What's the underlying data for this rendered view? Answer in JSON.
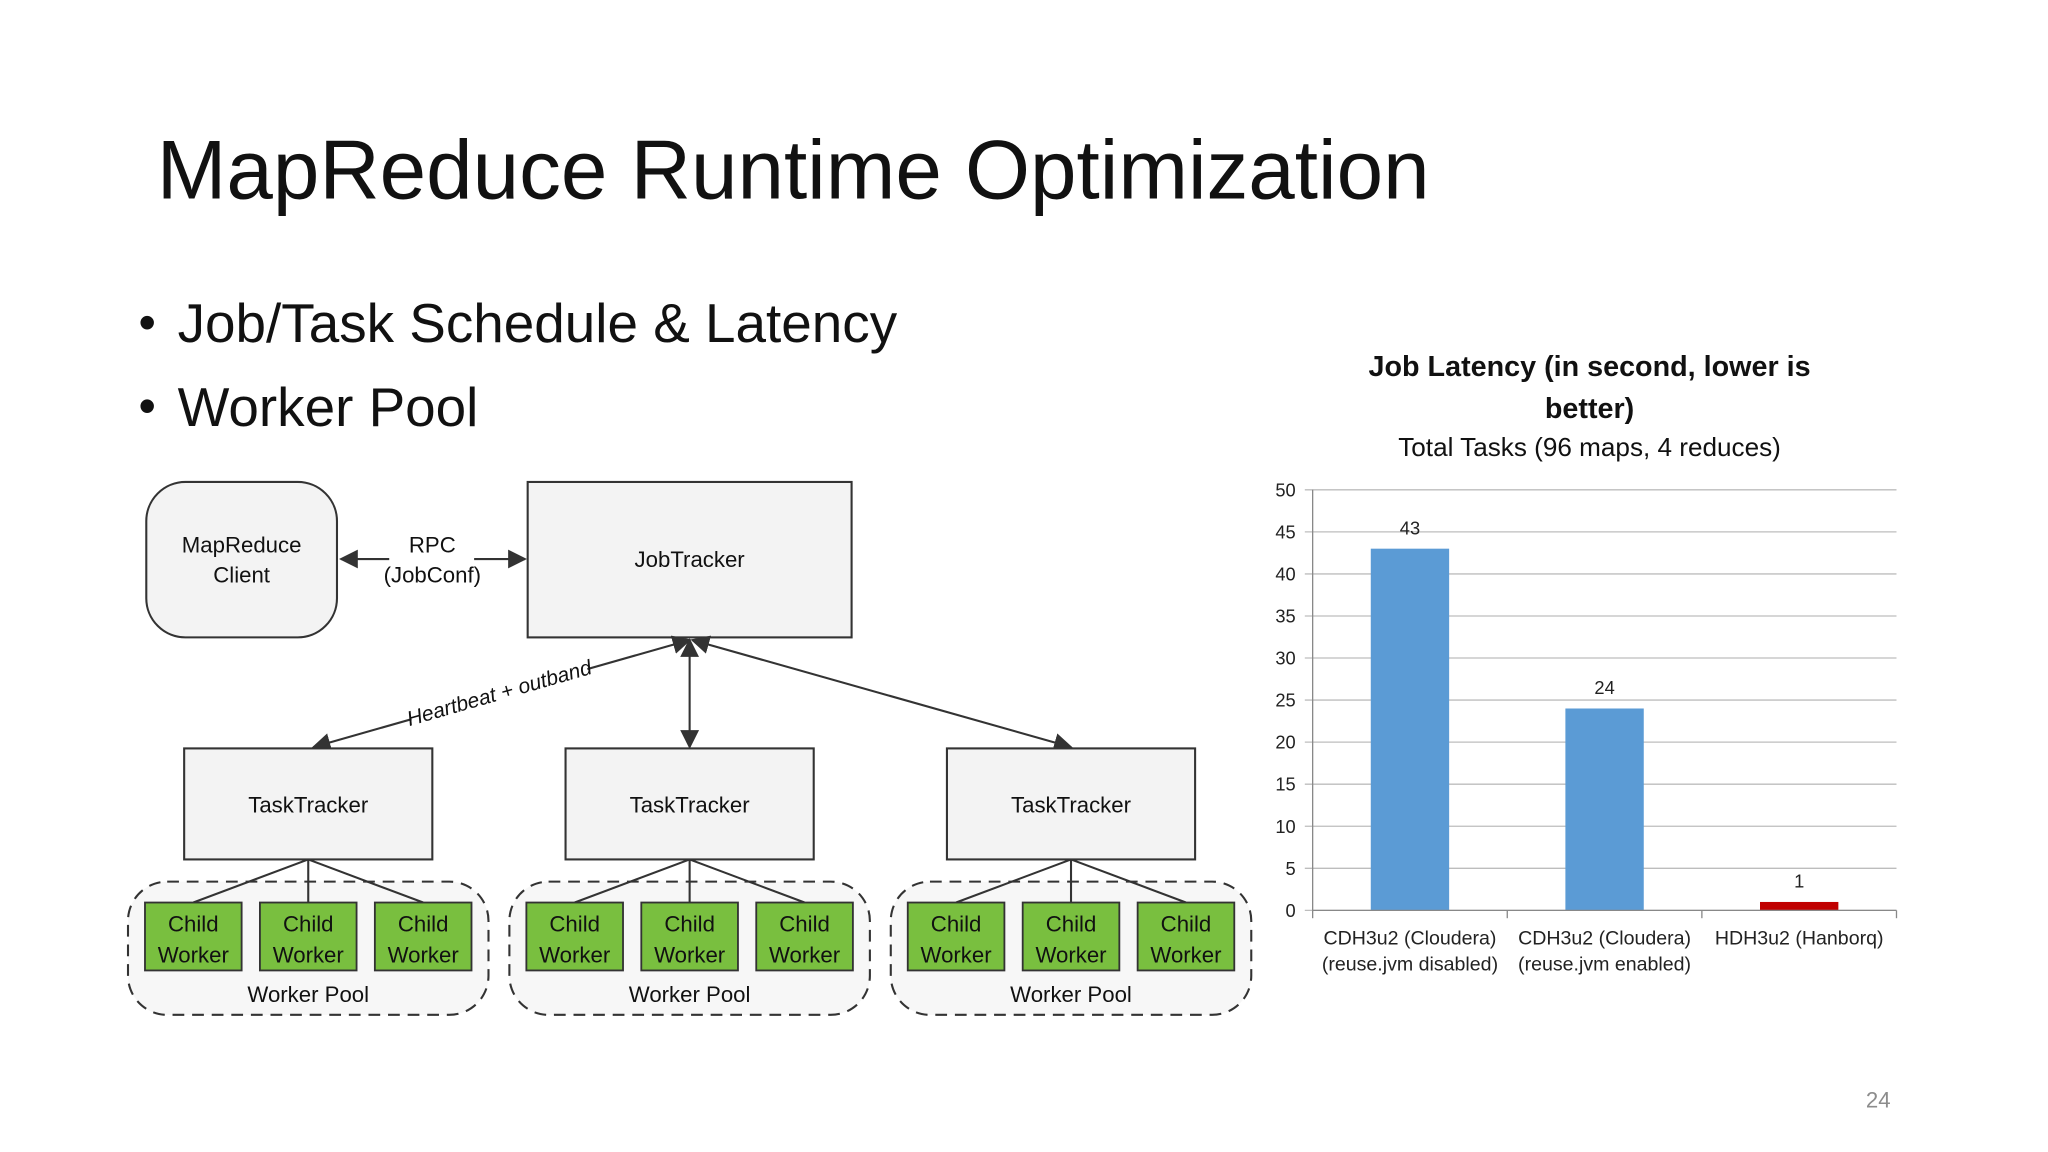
{
  "slide": {
    "title": "MapReduce Runtime Optimization",
    "bullets": [
      "Job/Task Schedule & Latency",
      "Worker Pool"
    ],
    "page_number": "24"
  },
  "diagram": {
    "client": [
      "MapReduce",
      "Client"
    ],
    "rpc_label": [
      "RPC",
      "(JobConf)"
    ],
    "jobtracker": "JobTracker",
    "heartbeat_label": "Heartbeat + outband",
    "tasktracker": "TaskTracker",
    "child_worker": [
      "Child",
      "Worker"
    ],
    "worker_pool": "Worker Pool",
    "colors": {
      "child": "#79bf3f",
      "box": "#f3f3f3"
    }
  },
  "chart_data": {
    "type": "bar",
    "title": "Job Latency (in second, lower is better)",
    "title_lines": [
      "Job Latency (in second, lower is",
      "better)"
    ],
    "subtitle": "Total Tasks  (96 maps, 4 reduces)",
    "categories": [
      [
        "CDH3u2 (Cloudera)",
        "(reuse.jvm disabled)"
      ],
      [
        "CDH3u2 (Cloudera)",
        "(reuse.jvm enabled)"
      ],
      [
        "HDH3u2 (Hanborq)",
        ""
      ]
    ],
    "values": [
      43,
      24,
      1
    ],
    "data_labels": [
      "43",
      "24",
      "1"
    ],
    "colors": [
      "#5b9bd5",
      "#5b9bd5",
      "#c00000"
    ],
    "ylim": [
      0,
      50
    ],
    "yticks": [
      0,
      5,
      10,
      15,
      20,
      25,
      30,
      35,
      40,
      45,
      50
    ],
    "grid": true,
    "legend": "none"
  }
}
